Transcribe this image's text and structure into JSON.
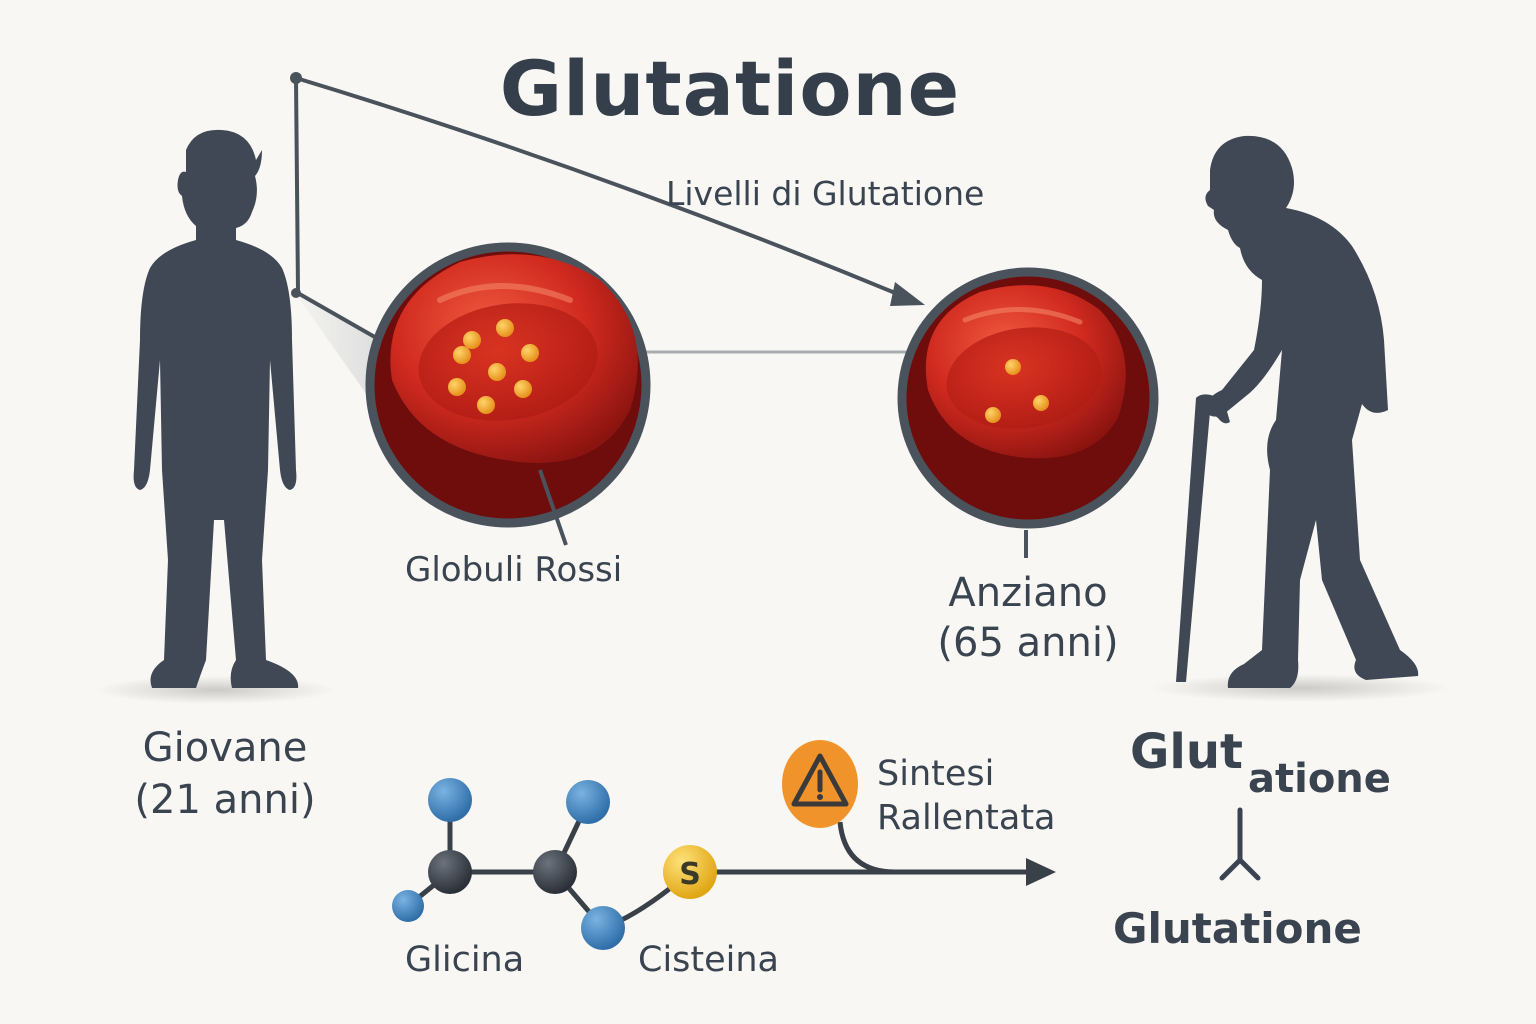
{
  "title": "Glutatione",
  "labels": {
    "levels": "Livelli di Glutatione",
    "red_cells": "Globuli Rossi",
    "elderly_line1": "Anziano",
    "elderly_line2": "(65 anni)",
    "young_line1": "Giovane",
    "young_line2": "(21 anni)",
    "synthesis_line1": "Sintesi",
    "synthesis_line2": "Rallentata",
    "glycine": "Glicina",
    "cysteine": "Cisteina",
    "glutathione_split_a": "Glut",
    "glutathione_split_b": "atione",
    "glutathione_bottom": "Glutatione",
    "sulfur": "S",
    "warning_symbol": "⚠"
  },
  "colors": {
    "silhouette": "#3f4854",
    "cell_red": "#c8221a",
    "cell_dark": "#6e0d0c",
    "dot": "#f2a62c",
    "atom_blue": "#4f8dc4",
    "atom_dark": "#3a4048",
    "sulfur": "#f3c22c",
    "warning": "#f0932b"
  },
  "icons": [
    "young-person-icon",
    "elderly-person-icon",
    "warning-icon",
    "molecule-icon"
  ]
}
